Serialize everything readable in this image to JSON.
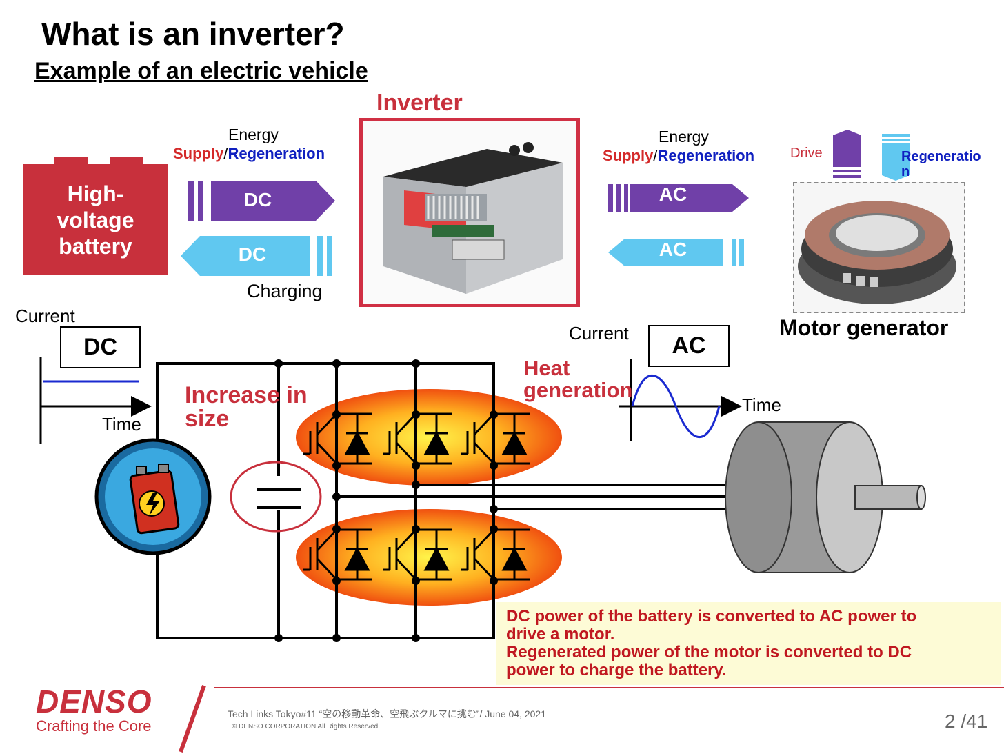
{
  "title": "What is an inverter?",
  "subtitle": "Example of an electric vehicle",
  "inverter_label": "Inverter",
  "battery_label_lines": [
    "High-",
    "voltage",
    "battery"
  ],
  "left_flow": {
    "energy": "Energy",
    "supply": "Supply",
    "slash": "/",
    "regeneration": "Regeneration",
    "top_arrow": "DC",
    "bottom_arrow": "DC",
    "charging": "Charging"
  },
  "right_flow": {
    "energy": "Energy",
    "supply": "Supply",
    "slash": "/",
    "regeneration": "Regeneration",
    "top_arrow": "AC",
    "bottom_arrow": "AC"
  },
  "motor": {
    "drive": "Drive",
    "regeneration_line1": "Regeneratio",
    "regeneration_line2": "n",
    "label": "Motor generator"
  },
  "dc_graph": {
    "current": "Current",
    "box": "DC",
    "time": "Time"
  },
  "ac_graph": {
    "current": "Current",
    "box": "AC",
    "time": "Time"
  },
  "increase_line1": "Increase in",
  "increase_line2": "size",
  "heat_line1": "Heat",
  "heat_line2": "generation",
  "note_lines": [
    "DC power of the battery is converted to AC power to",
    "drive a motor.",
    "Regenerated power of the motor is converted to DC",
    "power to charge the battery."
  ],
  "footer": {
    "brand": "DENSO",
    "tagline": "Crafting the Core",
    "event": "Tech Links Tokyo#11 “空の移動革命、空飛ぶクルマに挑む”/ June 04, 2021",
    "copyright": "© DENSO CORPORATION All Rights Reserved.",
    "page": "2 /41"
  },
  "colors": {
    "brand_red": "#c8303c",
    "supply_purple": "#7040a8",
    "regen_cyan": "#60c8f0",
    "heat_orange": "#f08020"
  }
}
